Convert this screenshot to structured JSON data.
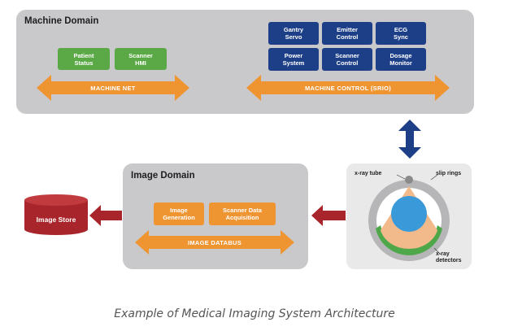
{
  "machine_domain": {
    "title": "Machine Domain",
    "green_boxes": [
      "Patient\nStatus",
      "Scanner\nHMI"
    ],
    "blue_boxes": [
      "Gantry\nServo",
      "Emitter\nControl",
      "ECG\nSync",
      "Power\nSystem",
      "Scanner\nControl",
      "Dosage\nMonitor"
    ],
    "machine_net_label": "MACHINE NET",
    "machine_control_label": "MACHINE CONTROL (SRIO)"
  },
  "image_domain": {
    "title": "Image Domain",
    "boxes": [
      "Image\nGeneration",
      "Scanner Data\nAcquisition"
    ],
    "databus_label": "IMAGE DATABUS"
  },
  "image_store": {
    "label": "Image Store"
  },
  "scanner_diagram": {
    "xray_tube": "x-ray tube",
    "slip_rings": "slip rings",
    "detectors": "x-ray\ndetectors"
  },
  "caption": "Example of Medical Imaging System Architecture",
  "colors": {
    "panel": "#c9c9cb",
    "green": "#5aa946",
    "blue": "#1d3f88",
    "orange": "#ee9431",
    "dark_red": "#a8262b",
    "dark_blue": "#1d3f88"
  }
}
